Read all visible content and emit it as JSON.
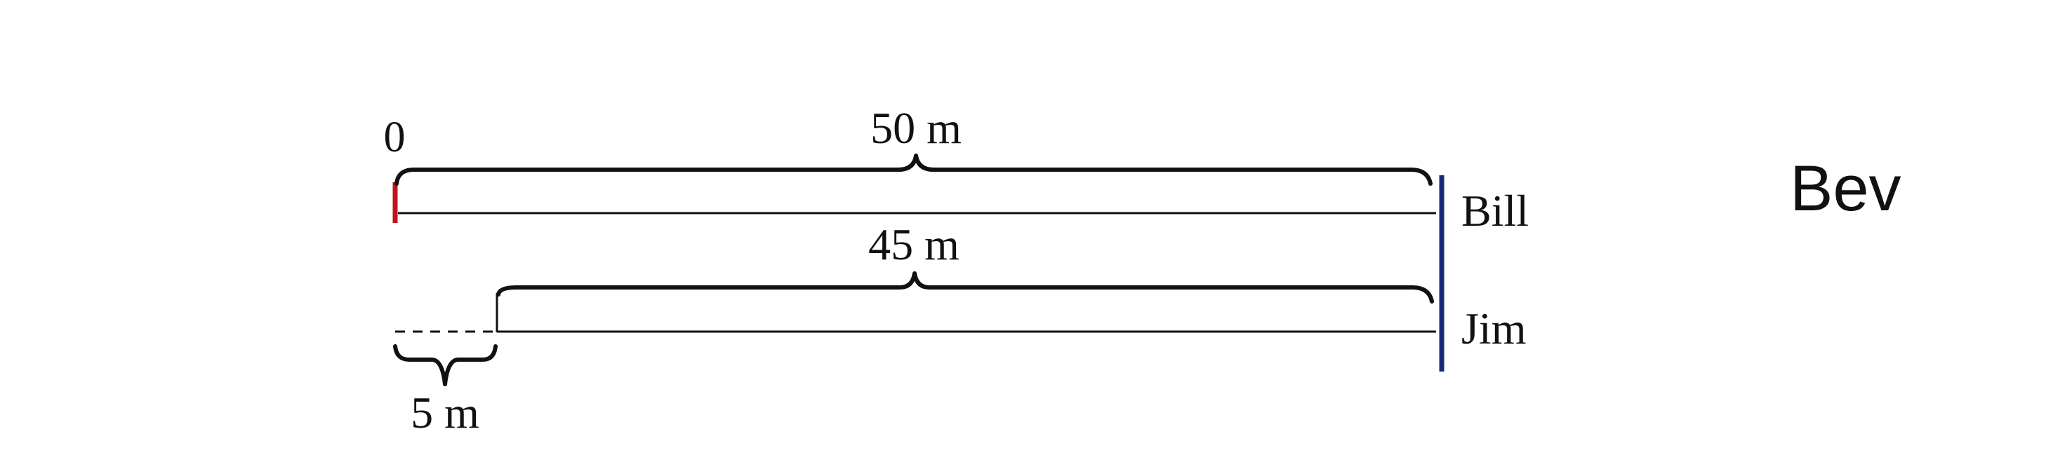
{
  "diagram": {
    "origin_label": "0",
    "bill": {
      "name": "Bill",
      "distance_label": "50 m"
    },
    "jim": {
      "name": "Jim",
      "distance_label": "45 m",
      "head_start_label": "5 m"
    },
    "side_label": "Bev",
    "colors": {
      "start_marker": "#c0141c",
      "finish_line": "#1a2a7a",
      "lines": "#111111"
    }
  }
}
